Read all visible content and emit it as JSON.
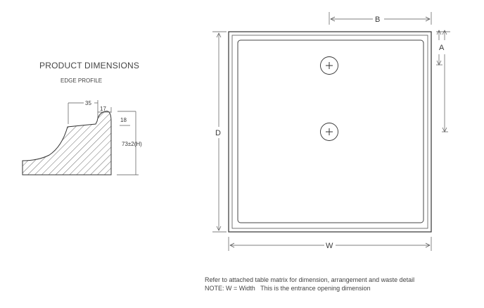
{
  "heading": {
    "title": "PRODUCT DIMENSIONS",
    "subtitle": "EDGE PROFILE"
  },
  "edge_profile": {
    "dim_top_width": "35",
    "dim_lip_width": "17",
    "dim_lip_height": "18",
    "dim_total_height": "73±2(H)"
  },
  "plan": {
    "label_b": "B",
    "label_a": "A",
    "label_d": "D",
    "label_w": "W"
  },
  "notes": {
    "line1": "Refer to attached table matrix for dimension, arrangement and waste detail",
    "line2": "NOTE: W = Width   This is the entrance opening dimension"
  }
}
